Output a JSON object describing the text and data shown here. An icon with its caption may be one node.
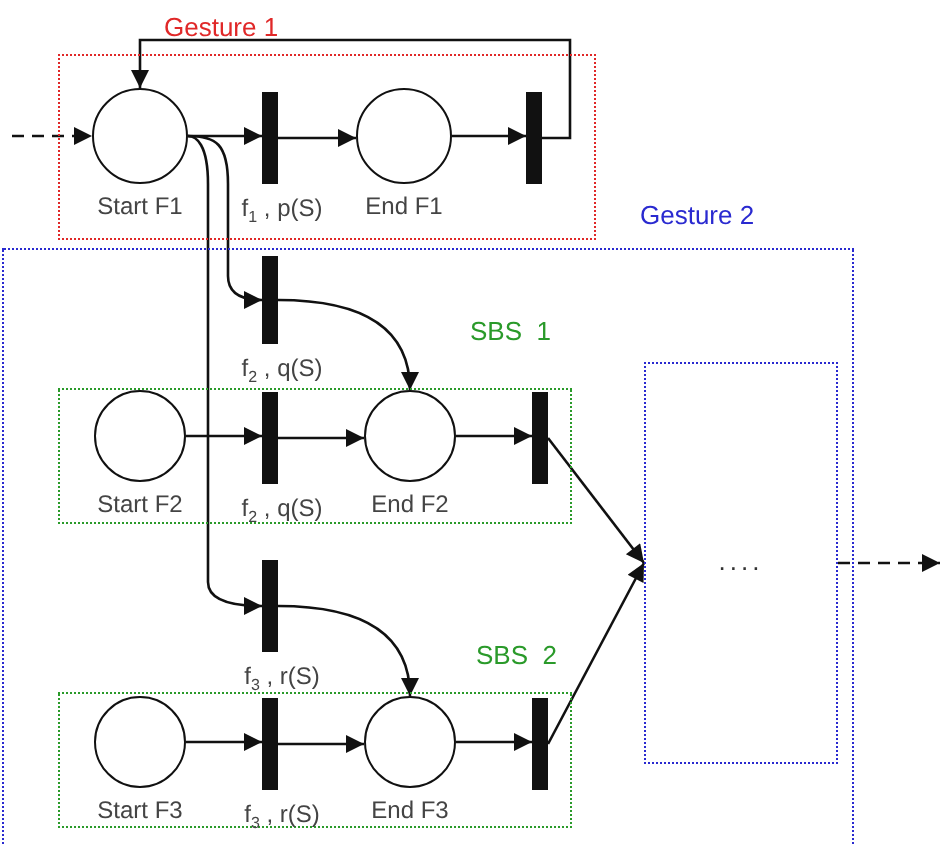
{
  "diagram": {
    "nodes": [
      {
        "text": [
          "Gesture 1"
        ]
      },
      {
        "text": [
          "Start F1"
        ],
        "in": 0
      },
      {
        "text": [
          "f$_{1}$ , p(S)"
        ],
        "in": 0
      },
      {
        "text": [
          "End F1"
        ],
        "in": 0
      },
      {
        "text": [],
        "shape": "bar",
        "in": 0
      },
      {
        "text": [
          "Gesture 2"
        ]
      },
      {
        "text": [
          "f$_{2}$ , q(S)"
        ],
        "in": 5
      },
      {
        "text": [
          "SBS  1"
        ],
        "in": 5
      },
      {
        "text": [
          "Start F2"
        ],
        "in": 7
      },
      {
        "text": [
          "f$_{2}$ , q(S)"
        ],
        "in": 7
      },
      {
        "text": [
          "End F2"
        ],
        "in": 7
      },
      {
        "text": [],
        "shape": "bar",
        "in": 7
      },
      {
        "text": [
          "f$_{3}$ , r(S)"
        ],
        "in": 5
      },
      {
        "text": [
          "SBS  2"
        ],
        "in": 5
      },
      {
        "text": [
          "Start F3"
        ],
        "in": 13
      },
      {
        "text": [
          "f$_{3}$ , r(S)"
        ],
        "in": 13
      },
      {
        "text": [
          "End F3"
        ],
        "in": 13
      },
      {
        "text": [],
        "shape": "bar",
        "in": 13
      },
      {
        "text": [
          "...."
        ],
        "in": 5
      }
    ],
    "edges": [
      {
        "from": null,
        "to": 1,
        "arrow": "to",
        "style": "dashed"
      },
      {
        "from": 1,
        "to": 2,
        "arrow": "to"
      },
      {
        "from": 2,
        "to": 3,
        "arrow": "to"
      },
      {
        "from": 3,
        "to": 4,
        "arrow": "to"
      },
      {
        "from": 4,
        "to": 1,
        "arrow": "to"
      },
      {
        "from": 1,
        "to": 6,
        "arrow": "to"
      },
      {
        "from": 1,
        "to": 12,
        "arrow": "to"
      },
      {
        "from": 6,
        "to": 10,
        "arrow": "to"
      },
      {
        "from": 12,
        "to": 16,
        "arrow": "to"
      },
      {
        "from": 8,
        "to": 9,
        "arrow": "to"
      },
      {
        "from": 9,
        "to": 10,
        "arrow": "to"
      },
      {
        "from": 10,
        "to": 11,
        "arrow": "to"
      },
      {
        "from": 11,
        "to": 18,
        "arrow": "to"
      },
      {
        "from": 14,
        "to": 15,
        "arrow": "to"
      },
      {
        "from": 15,
        "to": 16,
        "arrow": "to"
      },
      {
        "from": 16,
        "to": 17,
        "arrow": "to"
      },
      {
        "from": 17,
        "to": 18,
        "arrow": "to"
      },
      {
        "from": 18,
        "to": null,
        "arrow": "to",
        "style": "dashed"
      }
    ]
  }
}
